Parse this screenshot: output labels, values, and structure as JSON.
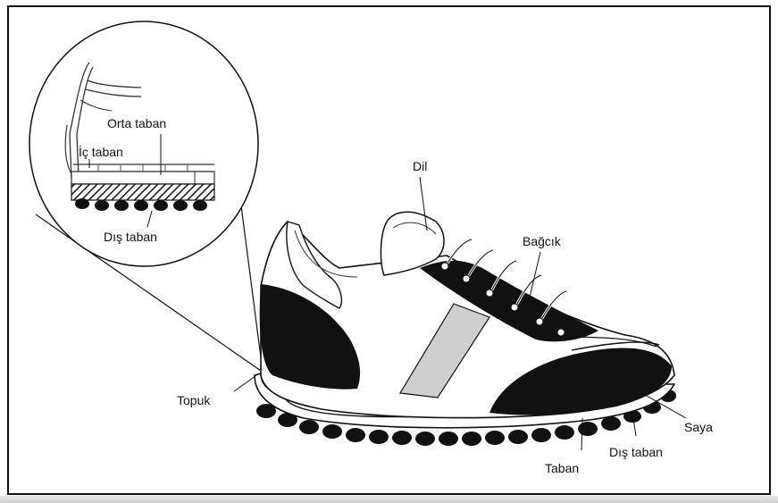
{
  "labels": {
    "orta_taban": "Orta taban",
    "ic_taban": "İç taban",
    "dis_taban_inset": "Dış taban",
    "dil": "Dil",
    "bagcik": "Bağcık",
    "topuk": "Topuk",
    "saya": "Saya",
    "dis_taban": "Dış taban",
    "taban": "Taban"
  },
  "colors": {
    "ink": "#111111",
    "stripe": "#cfcfcf",
    "paper": "#ffffff"
  }
}
